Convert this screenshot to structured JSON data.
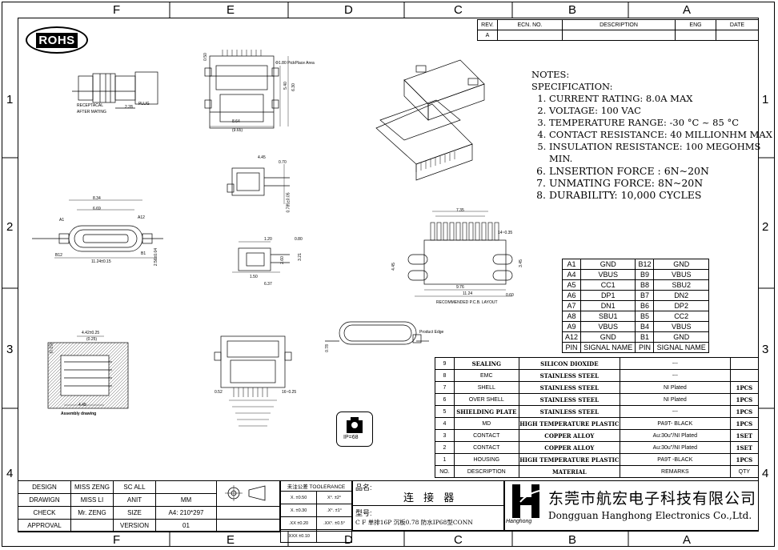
{
  "zones": {
    "top": [
      "F",
      "E",
      "D",
      "C",
      "B",
      "A"
    ],
    "side": [
      "1",
      "2",
      "3",
      "4"
    ]
  },
  "rohs": "ROHS",
  "revision": {
    "headers": [
      "REV.",
      "ECN. NO.",
      "DESCRIPTION",
      "ENG",
      "DATE"
    ],
    "row": [
      "A",
      "",
      "",
      "",
      ""
    ]
  },
  "notes": {
    "title1": "NOTES:",
    "title2": "SPECIFICATION:",
    "items": [
      "CURRENT RATING: 8.0A MAX",
      "VOLTAGE: 100 VAC",
      "TEMPERATURE RANGE: -30 °C ~ 85 °C",
      "CONTACT RESISTANCE: 40 MILLIONHM MAX",
      "INSULATION RESISTANCE: 100 MEGOHMS MIN.",
      "LNSERTION FORCE : 6N~20N",
      "UNMATING FORCE: 8N~20N",
      "DURABILITY:   10,000 CYCLES"
    ]
  },
  "pins": [
    [
      "A1",
      "GND",
      "B12",
      "GND"
    ],
    [
      "A4",
      "VBUS",
      "B9",
      "VBUS"
    ],
    [
      "A5",
      "CC1",
      "B8",
      "SBU2"
    ],
    [
      "A6",
      "DP1",
      "B7",
      "DN2"
    ],
    [
      "A7",
      "DN1",
      "B6",
      "DP2"
    ],
    [
      "A8",
      "SBU1",
      "B5",
      "CC2"
    ],
    [
      "A9",
      "VBUS",
      "B4",
      "VBUS"
    ],
    [
      "A12",
      "GND",
      "B1",
      "GND"
    ],
    [
      "PIN",
      "SIGNAL NAME",
      "PIN",
      "SIGNAL NAME"
    ]
  ],
  "bom": [
    [
      "9",
      "SEALING",
      "SILICON DIOXIDE",
      "---",
      ""
    ],
    [
      "8",
      "EMC",
      "STAINLESS STEEL",
      "---",
      ""
    ],
    [
      "7",
      "SHELL",
      "STAINLESS STEEL",
      "NI Plated",
      "1PCS"
    ],
    [
      "6",
      "OVER SHELL",
      "STAINLESS STEEL",
      "NI Plated",
      "1PCS"
    ],
    [
      "5",
      "SHIELDING PLATE",
      "STAINLESS STEEL",
      "---",
      "1PCS"
    ],
    [
      "4",
      "MD",
      "HIGH TEMPERATURE PLASTIC",
      "PA9T- BLACK",
      "1PCS"
    ],
    [
      "3",
      "CONTACT",
      "COPPER ALLOY",
      "Au:30u\"/NI Plated",
      "1SET"
    ],
    [
      "2",
      "CONTACT",
      "COPPER ALLOY",
      "Au:30u\"/NI Plated",
      "1SET"
    ],
    [
      "1",
      "HOUSING",
      "HIGH TEMPERATURE PLASTIC",
      "PA9T -BLACK",
      "1PCS"
    ],
    [
      "NO.",
      "DESCRIPTION",
      "MATERIAL",
      "REMARKS",
      "QTY"
    ]
  ],
  "title_block": {
    "design_label": "DESIGN",
    "design_name": "MISS ZENG",
    "drawing_label": "DRAWIGN",
    "drawing_name": "MISS LI",
    "check_label": "CHECK",
    "check_name": "Mr. ZENG",
    "approval_label": "APPROVAL",
    "scale_label": "SC ALL",
    "unit_label": "ANIT",
    "unit_value": "MM",
    "size_label": "SIZE",
    "size_value": "A4: 210*297",
    "version_label": "VERSION",
    "version_value": "01",
    "tolerance_title": "未注公差 TOOLERANCE",
    "tolerances": [
      [
        "X. ±0.50",
        "X°. ±2°"
      ],
      [
        "X. ±0.30",
        ".X°. ±1°"
      ],
      [
        ".XX ±0.20",
        ".XX°. ±0.5°"
      ],
      [
        ".XXX ±0.10",
        ""
      ]
    ],
    "name_label": "品名:",
    "name_value": "连 接 器",
    "model_label": "型号:",
    "model_value": "C F 单排16P 沉板0.78 防水IP68型CONN",
    "company_cn": "东莞市航宏电子科技有限公司",
    "company_en": "Dongguan Hanghong Electronics Co.,Ltd.",
    "logo_text": "Hanghong"
  },
  "drawing_labels": {
    "receptacal": "RECEPTACAL",
    "after_mating": "AFTER MATING",
    "plug": "PLUG",
    "d228": "2.28",
    "pick_place": "Φ1.80 PickPlace Area",
    "d864": "8.64",
    "d965": "(9.65)",
    "d540": "5.40",
    "d630": "6.30",
    "d050": "0.50",
    "d445": "4.45",
    "d070": "0.70",
    "d0785": "0.785±0.05",
    "d834": "8.34",
    "d669": "6.69",
    "a1": "A1",
    "a12": "A12",
    "b12": "B12",
    "b1": "B1",
    "d1124": "11.24±0.15",
    "d256": "2.56±0.04",
    "d120": "1.20",
    "d080": "0.80",
    "d260": "2.60",
    "d321": "3.21",
    "d150": "1.50",
    "d637": "6.37",
    "d735": "7.35",
    "d1435": "14~0.35",
    "d976": "9.76",
    "d1124b": "11.24",
    "d060": "0.60",
    "d345": "3.45",
    "d445b": "4.45",
    "pcb_note": "RECOMMENDED P.C.B. LAYOUT",
    "product_edge": "Product Edge",
    "d078": "0.78",
    "d442": "4.42±0.25",
    "d025": "(0.25)",
    "d015": "(0.15)",
    "d445c": "4.45",
    "assembly": "Assembly drawing",
    "d052": "0.52",
    "d1625": "16~0.25",
    "ip68": "IP=68"
  }
}
